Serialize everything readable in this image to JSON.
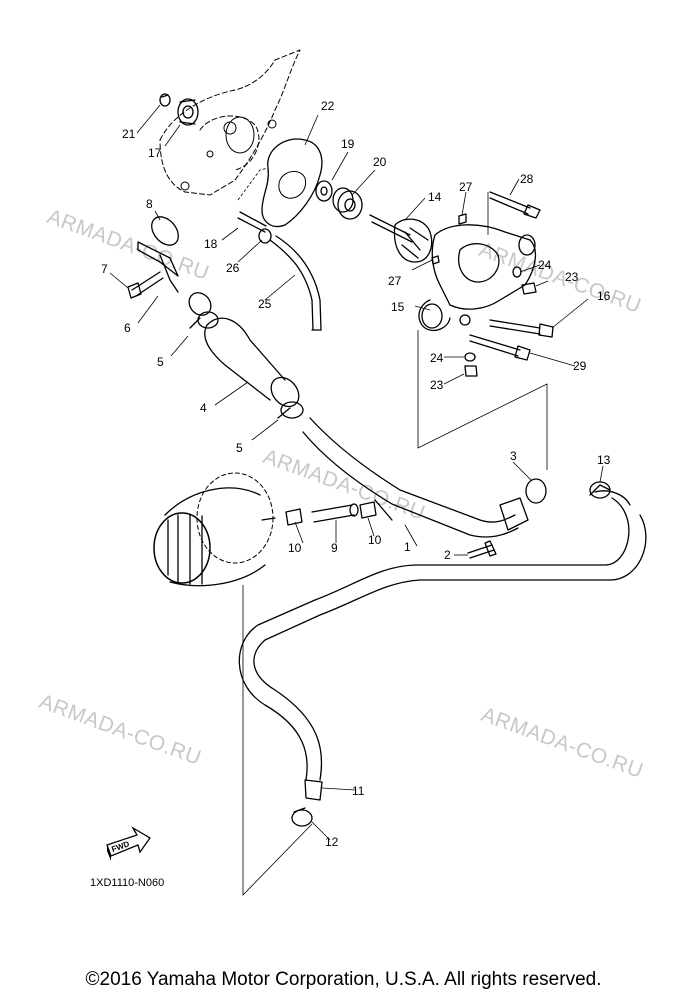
{
  "watermark": "ARMADA-CO.RU",
  "diagram_code": "1XD1110-N060",
  "fwd_label": "FWD",
  "copyright": "©2016 Yamaha Motor Corporation, U.S.A. All rights reserved.",
  "callouts": {
    "n1": "1",
    "n2": "2",
    "n3": "3",
    "n4": "4",
    "n5a": "5",
    "n5b": "5",
    "n6": "6",
    "n7": "7",
    "n8": "8",
    "n9": "9",
    "n10a": "10",
    "n10b": "10",
    "n11": "11",
    "n12": "12",
    "n13": "13",
    "n14": "14",
    "n15": "15",
    "n16": "16",
    "n17": "17",
    "n18": "18",
    "n19": "19",
    "n20": "20",
    "n21": "21",
    "n22": "22",
    "n23a": "23",
    "n23b": "23",
    "n24a": "24",
    "n24b": "24",
    "n25": "25",
    "n26": "26",
    "n27a": "27",
    "n27b": "27",
    "n28": "28",
    "n29": "29"
  }
}
